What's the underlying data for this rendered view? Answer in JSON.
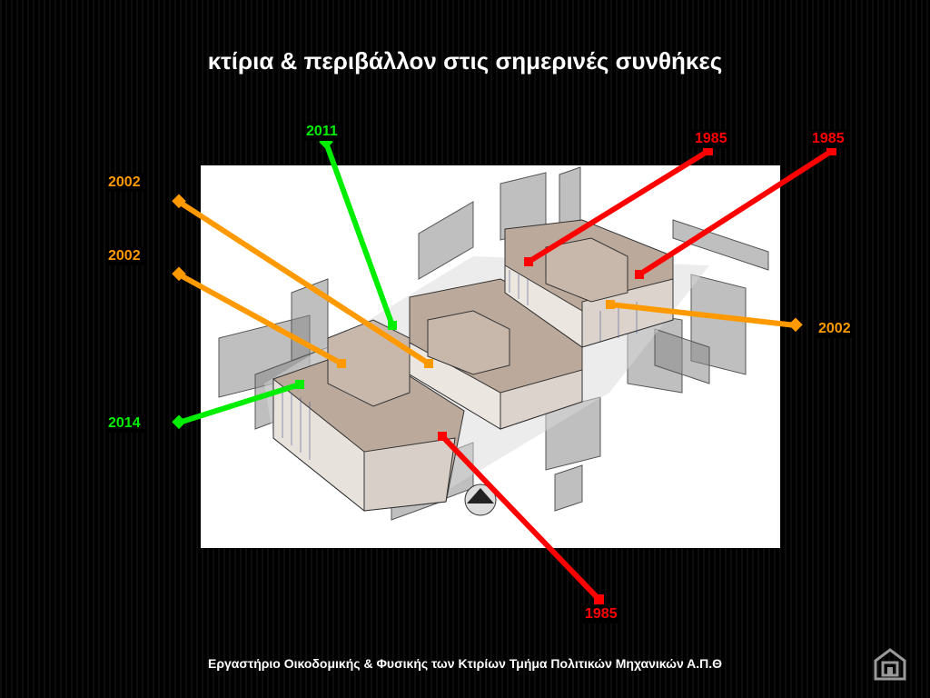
{
  "title": "κτίρια & περιβάλλον στις σημερινές συνθήκες",
  "colors": {
    "red": "#ff0000",
    "orange": "#ff9900",
    "green": "#00ee00"
  },
  "labels": [
    {
      "id": "label-2011",
      "text": "2011",
      "color": "green"
    },
    {
      "id": "label-1985-a",
      "text": "1985",
      "color": "red"
    },
    {
      "id": "label-1985-b",
      "text": "1985",
      "color": "red"
    },
    {
      "id": "label-2002-a",
      "text": "2002",
      "color": "orange"
    },
    {
      "id": "label-2002-b",
      "text": "2002",
      "color": "orange"
    },
    {
      "id": "label-2002-c",
      "text": "2002",
      "color": "orange"
    },
    {
      "id": "label-2014",
      "text": "2014",
      "color": "green"
    },
    {
      "id": "label-1985-c",
      "text": "1985",
      "color": "red"
    }
  ],
  "footer": "Εργαστήριο Οικοδομικής & Φυσικής των Κτιρίων  Τμήμα Πολιτικών Μηχανικών  Α.Π.Θ"
}
